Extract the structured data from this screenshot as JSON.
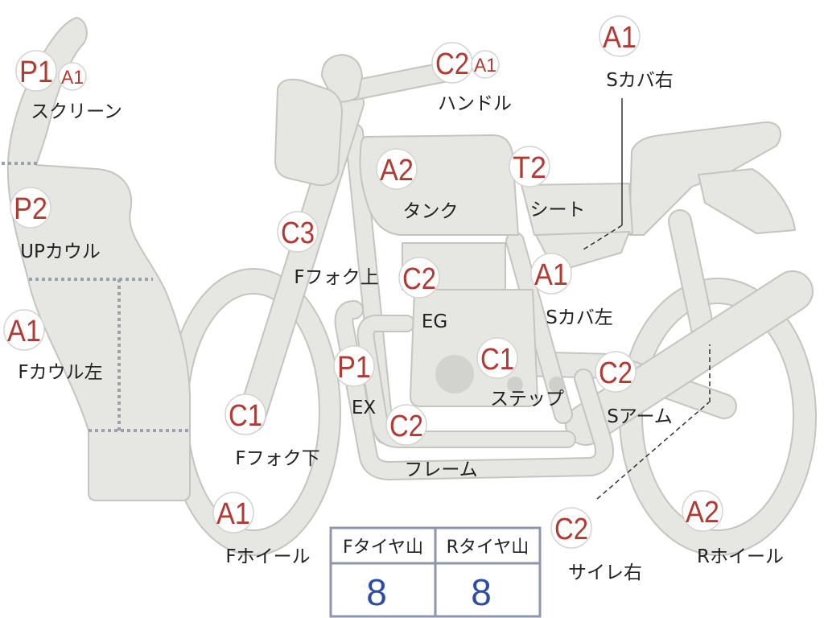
{
  "parts": {
    "screen": {
      "codes": [
        "P1",
        "A1"
      ],
      "label": "スクリーン"
    },
    "up_cowl": {
      "codes": [
        "P2"
      ],
      "label": "UPカウル"
    },
    "f_cowl_left": {
      "codes": [
        "A1"
      ],
      "label": "Fカウル左"
    },
    "handle": {
      "codes": [
        "C2",
        "A1"
      ],
      "label": "ハンドル"
    },
    "s_cover_right": {
      "codes": [
        "A1"
      ],
      "label": "Sカバ右"
    },
    "tank": {
      "codes": [
        "A2"
      ],
      "label": "タンク"
    },
    "seat": {
      "codes": [
        "T2"
      ],
      "label": "シート"
    },
    "f_fork_upper": {
      "codes": [
        "C3"
      ],
      "label": "Fフォク上"
    },
    "engine": {
      "codes": [
        "C2"
      ],
      "label": "EG"
    },
    "s_cover_left": {
      "codes": [
        "A1"
      ],
      "label": "Sカバ左"
    },
    "exhaust": {
      "codes": [
        "P1"
      ],
      "label": "EX"
    },
    "step": {
      "codes": [
        "C1"
      ],
      "label": "ステップ"
    },
    "swing_arm": {
      "codes": [
        "C2"
      ],
      "label": "Sアーム"
    },
    "f_fork_lower": {
      "codes": [
        "C1"
      ],
      "label": "Fフォク下"
    },
    "frame": {
      "codes": [
        "C2"
      ],
      "label": "フレーム"
    },
    "f_wheel": {
      "codes": [
        "A1"
      ],
      "label": "Fホイール"
    },
    "silencer_right": {
      "codes": [
        "C2"
      ],
      "label": "サイレ右"
    },
    "r_wheel": {
      "codes": [
        "A2"
      ],
      "label": "Rホイール"
    }
  },
  "tire_table": {
    "headers": [
      "Fタイヤ山",
      "Rタイヤ山"
    ],
    "values": [
      "8",
      "8"
    ]
  },
  "colors": {
    "code_text": "#b33a33",
    "label_text": "#222222",
    "tire_value": "#2b4ea2",
    "body_fill": "#e6e6e2",
    "body_stroke": "#c4c5c0",
    "dotted_line": "#9aa0ad",
    "table_border": "#8d96aa"
  }
}
